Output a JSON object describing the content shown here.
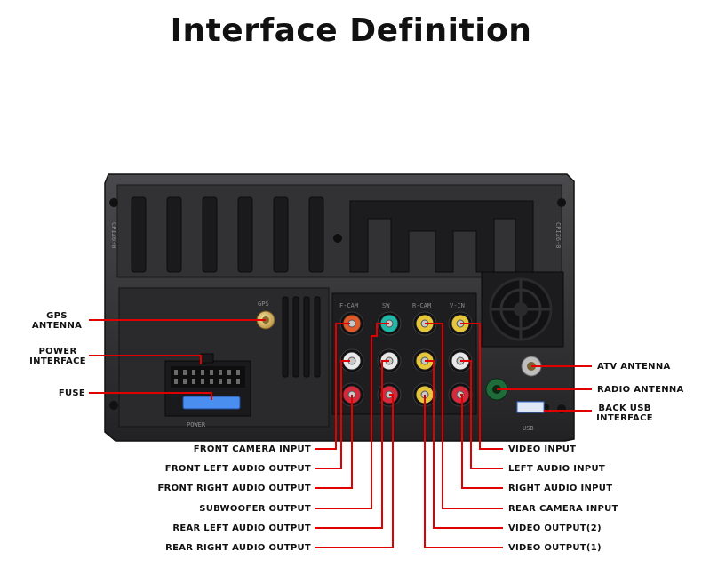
{
  "title": "Interface Definition",
  "unit_markings": {
    "panel_left": "CPIZ6-0",
    "panel_right": "CPIZ6-0",
    "power_port": "POWER",
    "usb_port": "USB",
    "rca_col1": "F-CAM",
    "rca_col2": "SW",
    "rca_col3": "R-CAM",
    "rca_col4": "V-IN",
    "gps_port": "GPS"
  },
  "labels_left": {
    "gps_antenna": [
      "GPS",
      "ANTENNA"
    ],
    "power_interface": [
      "POWER",
      "INTERFACE"
    ],
    "fuse": "FUSE",
    "front_camera_input": "FRONT CAMERA INPUT",
    "front_left_audio_output": "FRONT LEFT AUDIO OUTPUT",
    "front_right_audio_output": "FRONT RIGHT AUDIO OUTPUT",
    "subwoofer_output": "SUBWOOFER OUTPUT",
    "rear_left_audio_output": "REAR LEFT AUDIO OUTPUT",
    "rear_right_audio_output": "REAR RIGHT AUDIO OUTPUT"
  },
  "labels_right": {
    "atv_antenna": "ATV ANTENNA",
    "radio_antenna": "RADIO ANTENNA",
    "back_usb_interface": [
      "BACK USB",
      "INTERFACE"
    ],
    "video_input": "VIDEO INPUT",
    "left_audio_input": "LEFT AUDIO INPUT",
    "right_audio_input": "RIGHT AUDIO INPUT",
    "rear_camera_input": "REAR CAMERA INPUT",
    "video_output_2": "VIDEO OUTPUT(2)",
    "video_output_1": "VIDEO OUTPUT(1)"
  },
  "colors": {
    "leader_line": "#e00000",
    "rca_red": "#d8283c",
    "rca_white": "#e8e8e8",
    "rca_yellow": "#e6c63a",
    "rca_cyan": "#20b8a8",
    "rca_orange": "#e05a2a",
    "usb_blue": "#3a6fd8",
    "fuse_blue": "#4a8ff0",
    "panel": "#2b2b2d"
  }
}
